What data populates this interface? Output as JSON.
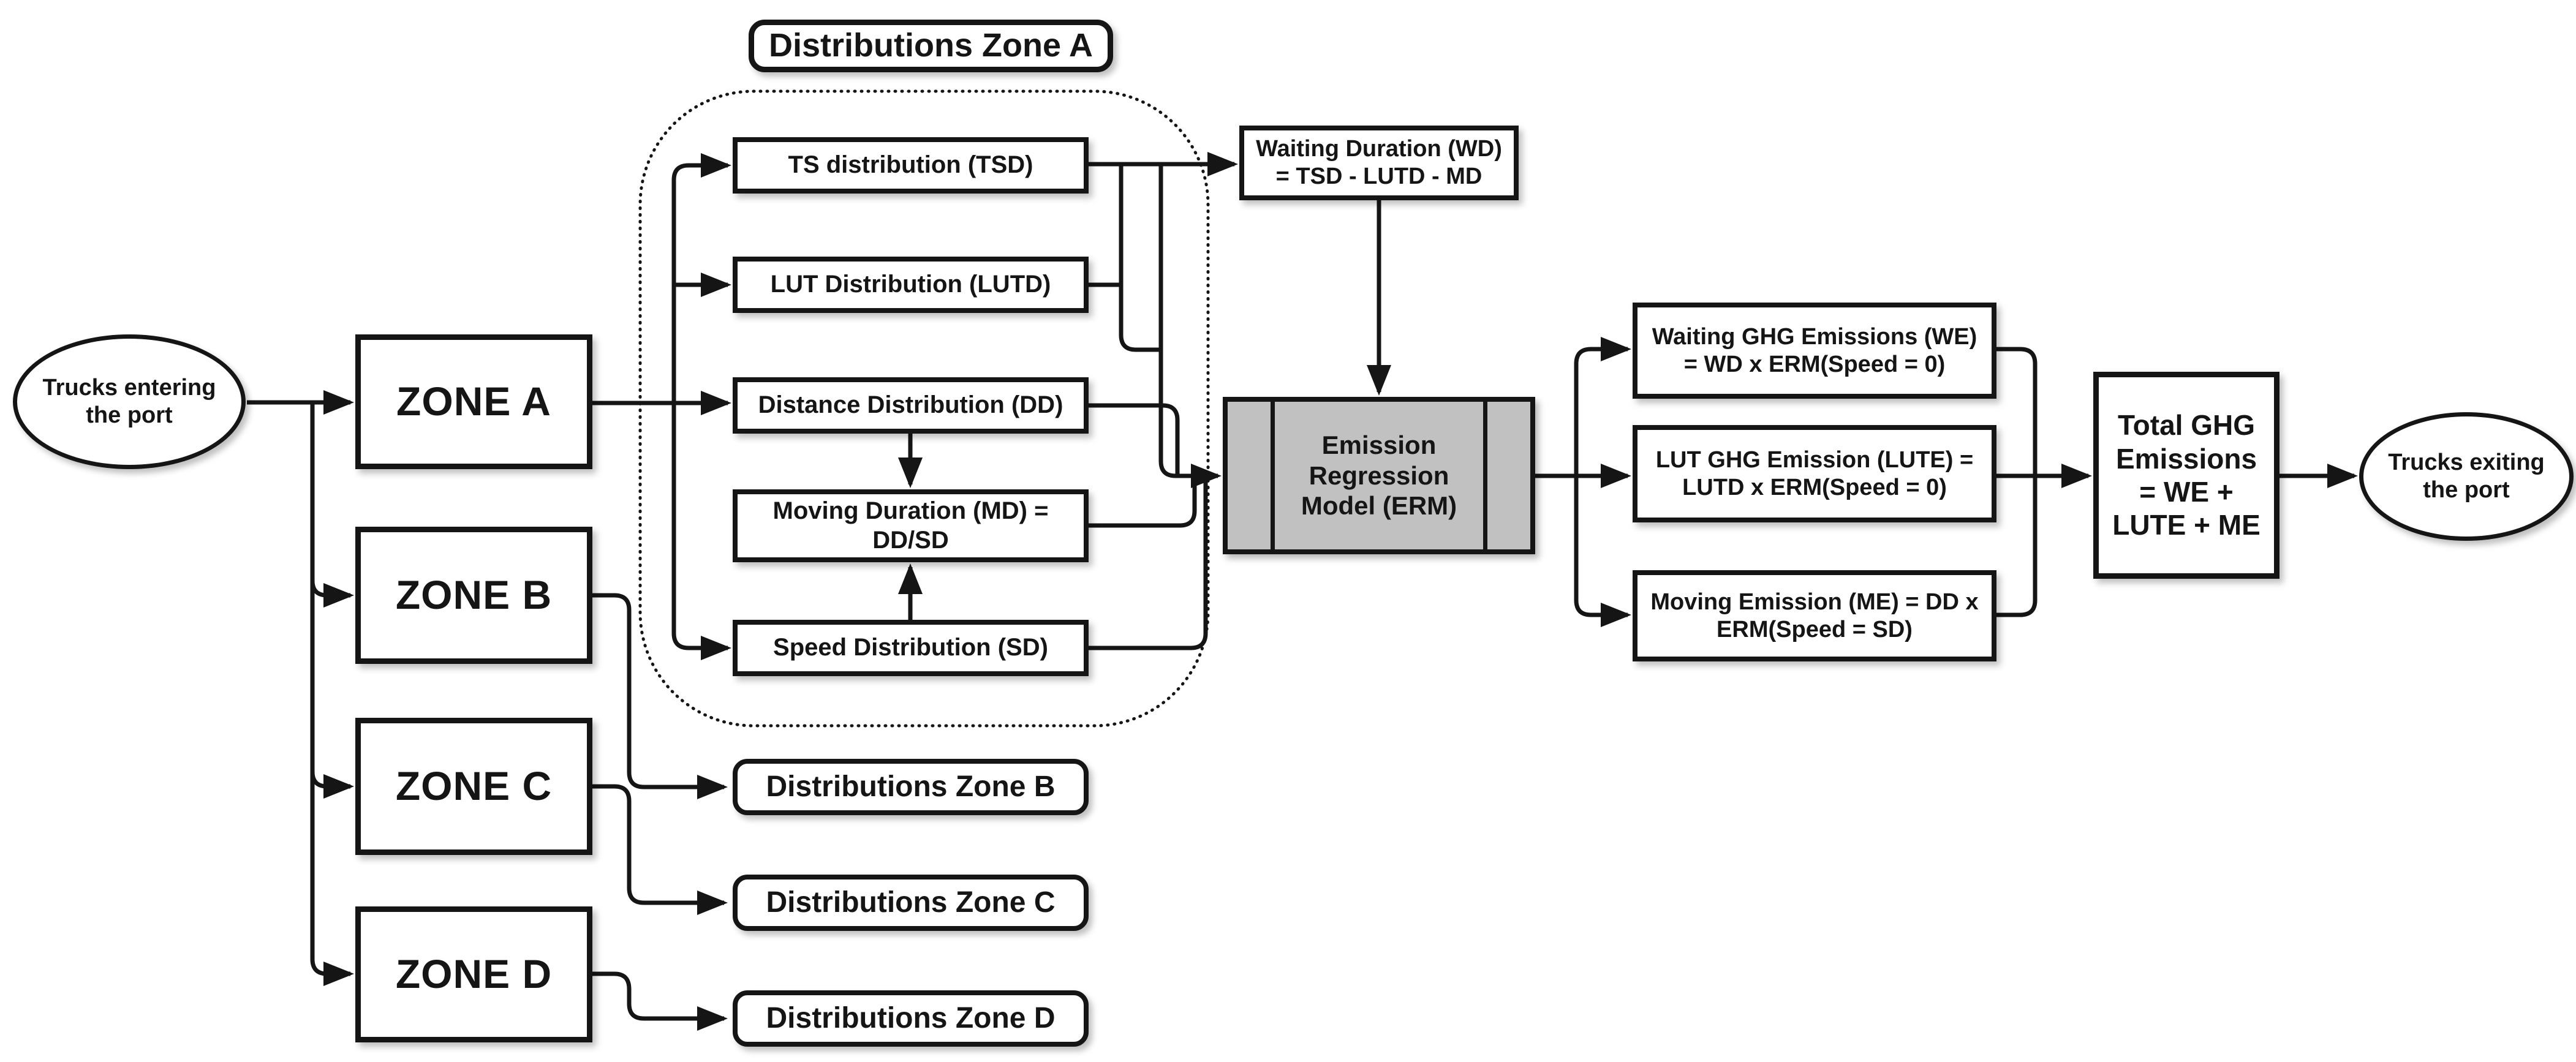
{
  "diagram_type": "flowchart",
  "container_title": "Distributions Zone A",
  "nodes": {
    "entry": {
      "label": "Trucks entering the port"
    },
    "zone_a": {
      "label": "ZONE A"
    },
    "zone_b": {
      "label": "ZONE B"
    },
    "zone_c": {
      "label": "ZONE C"
    },
    "zone_d": {
      "label": "ZONE D"
    },
    "tsd": {
      "label": "TS distribution (TSD)"
    },
    "lutd": {
      "label": "LUT Distribution (LUTD)"
    },
    "dd": {
      "label": "Distance Distribution (DD)"
    },
    "md": {
      "label": "Moving Duration (MD) = DD/SD"
    },
    "sd": {
      "label": "Speed Distribution (SD)"
    },
    "wd": {
      "label": "Waiting Duration (WD) = TSD - LUTD - MD"
    },
    "erm": {
      "label": "Emission Regression Model (ERM)"
    },
    "we": {
      "label": "Waiting GHG Emissions (WE) = WD x ERM(Speed = 0)"
    },
    "lute": {
      "label": "LUT GHG Emission (LUTE) = LUTD x ERM(Speed = 0)"
    },
    "me": {
      "label": "Moving Emission (ME) = DD x ERM(Speed = SD)"
    },
    "total": {
      "label": "Total GHG Emissions = WE + LUTE + ME"
    },
    "exit": {
      "label": "Trucks exiting the port"
    },
    "dzb": {
      "label": "Distributions Zone B"
    },
    "dzc": {
      "label": "Distributions Zone C"
    },
    "dzd": {
      "label": "Distributions Zone D"
    }
  },
  "colors": {
    "ink": "#151515",
    "erm_fill": "#c1c1c1",
    "canvas": "#ffffff"
  }
}
